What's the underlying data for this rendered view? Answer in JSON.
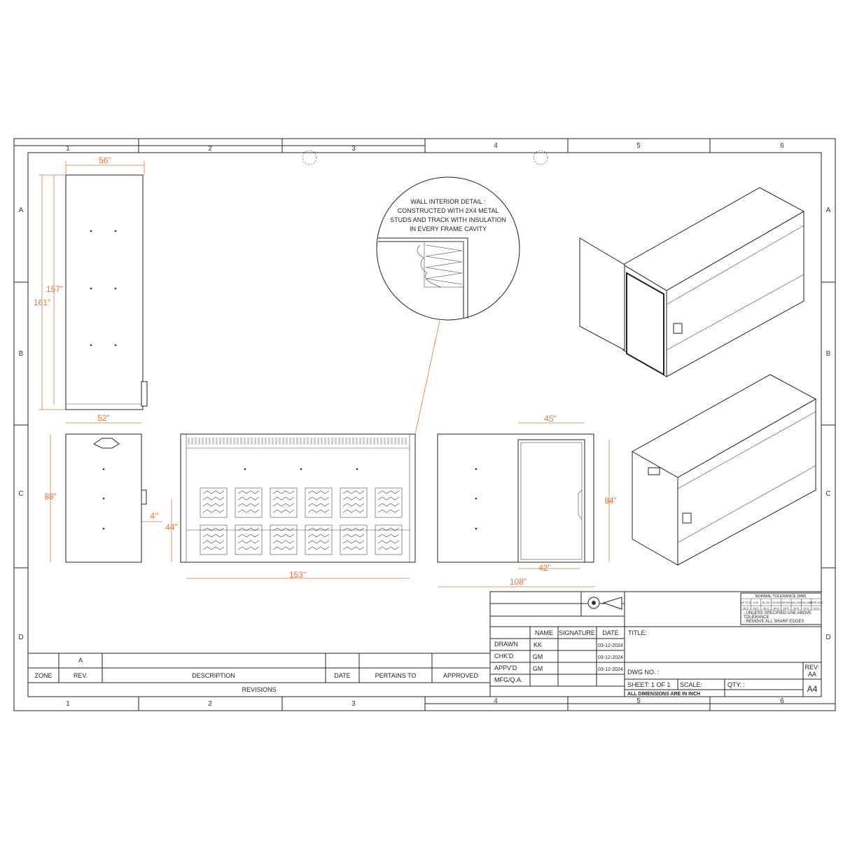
{
  "grid": {
    "columns": [
      "1",
      "2",
      "3",
      "4",
      "5",
      "6"
    ],
    "rows": [
      "A",
      "B",
      "C",
      "D"
    ]
  },
  "dimensions": {
    "side_width": "56\"",
    "side_height_inner": "157\"",
    "side_height_outer": "161\"",
    "end_width": "52\"",
    "end_height": "88\"",
    "end_offset": "4\"",
    "front_height": "44\"",
    "front_length": "153\"",
    "door_width": "45\"",
    "door_height": "84\"",
    "door_bottom": "42\"",
    "rear_length": "108\""
  },
  "detail": {
    "lines": [
      "WALL INTERIOR DETAIL :",
      "CONSTRUCTED WITH 2X4 METAL",
      "STUDS AND TRACK WITH INSULATION",
      "IN EVERY FRAME CAVITY"
    ]
  },
  "tolerance": {
    "title": "NORMAL TOLERANCE (MM)",
    "ranges": [
      "UP TO 6",
      "6 30",
      "30 120",
      "120 300",
      "300 600",
      "600 1200",
      "1200 2400",
      "OVER 2400"
    ],
    "values": [
      "±0.1",
      "±0.2",
      "±0.3",
      "±0.4",
      "±0.5",
      "±0.8",
      "±1.0",
      "±1.5"
    ],
    "notes": [
      "- UNLESS SPECIFIED USE ABOVE",
      "  TOLERANCE",
      "- REMOVE ALL SHARP EDGES"
    ]
  },
  "title_block": {
    "headers": {
      "name": "NAME",
      "signature": "SIGNATURE",
      "date": "DATE"
    },
    "rows": [
      {
        "role": "DRAWN",
        "name": "KK",
        "date": "03-12-2024"
      },
      {
        "role": "CHK'D",
        "name": "GM",
        "date": "03-12-2024"
      },
      {
        "role": "APPV'D",
        "name": "GM",
        "date": "03-12-2024"
      },
      {
        "role": "MFG/Q.A.",
        "name": "",
        "date": ""
      }
    ],
    "title_label": "TITLE:",
    "dwg_no_label": "DWG NO. :",
    "rev_label": "REV:",
    "rev_value": "AA",
    "sheet": "SHEET: 1 OF 1",
    "scale": "SCALE:",
    "qty": "QTY. :",
    "units_note": "ALL DIMENSIONS ARE IN INCH",
    "size": "A4"
  },
  "revisions": {
    "rev_value": "A",
    "headers": [
      "ZONE",
      "REV.",
      "DESCRIPTION",
      "DATE",
      "PERTAINS TO",
      "APPROVED"
    ],
    "footer": "REVISIONS"
  },
  "colors": {
    "dimension": "#e8743b",
    "line": "#222222"
  }
}
